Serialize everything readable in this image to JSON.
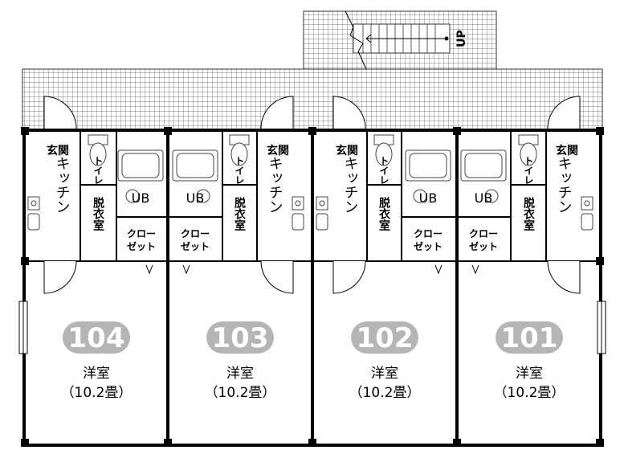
{
  "stair_label": "UP",
  "units": [
    {
      "number": "104",
      "room": "洋室",
      "area": "（10.2畳）",
      "genkan": "玄関",
      "toilet": "トイレ",
      "bath": "UB",
      "kitchen": "キッチン",
      "dressing": "脱衣室",
      "closet": "クローゼット"
    },
    {
      "number": "103",
      "room": "洋室",
      "area": "（10.2畳）",
      "genkan": "玄関",
      "toilet": "トイレ",
      "bath": "UB",
      "kitchen": "キッチン",
      "dressing": "脱衣室",
      "closet": "クローゼット"
    },
    {
      "number": "102",
      "room": "洋室",
      "area": "（10.2畳）",
      "genkan": "玄関",
      "toilet": "トイレ",
      "bath": "UB",
      "kitchen": "キッチン",
      "dressing": "脱衣室",
      "closet": "クローゼット"
    },
    {
      "number": "101",
      "room": "洋室",
      "area": "（10.2畳）",
      "genkan": "玄関",
      "toilet": "トイレ",
      "bath": "UB",
      "kitchen": "キッチン",
      "dressing": "脱衣室",
      "closet": "クローゼット"
    }
  ],
  "colors": {
    "wall": "#000000",
    "grid": "#555555",
    "badge": "#b5b5b5",
    "fixture": "#444444"
  }
}
